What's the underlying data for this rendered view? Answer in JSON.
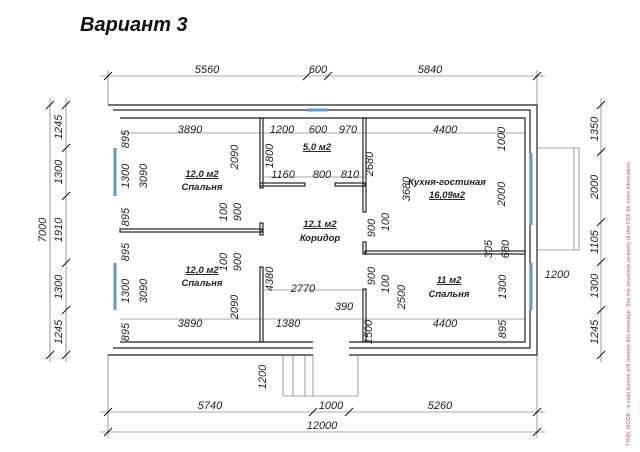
{
  "title": "Вариант 3",
  "rooms": [
    {
      "area": "12,0 м2",
      "name": "Спальня"
    },
    {
      "area": "5,0 м2",
      "name": ""
    },
    {
      "area": "16,09м2",
      "name": "Кухня-гостиная"
    },
    {
      "area": "12,1 м2",
      "name": "Коридор"
    },
    {
      "area": "12,0 м2",
      "name": "Спальня"
    },
    {
      "area": "11 м2",
      "name": "Спальня"
    }
  ],
  "dimensions": {
    "top": [
      "5560",
      "600",
      "5840"
    ],
    "bottom": [
      "5740",
      "1000",
      "5260"
    ],
    "overall_width": "12000",
    "overall_height": "7000",
    "left": [
      "1245",
      "1300",
      "1910",
      "1300",
      "1245"
    ],
    "right": [
      "1350",
      "2000",
      "1105",
      "1300",
      "1245"
    ],
    "interior": [
      "3890",
      "895",
      "1300",
      "895",
      "3090",
      "2090",
      "1200",
      "600",
      "970",
      "1800",
      "1160",
      "800",
      "810",
      "2680",
      "4400",
      "1000",
      "3680",
      "2000",
      "305",
      "680",
      "100",
      "900",
      "100",
      "900",
      "4380",
      "2770",
      "390",
      "1380",
      "1500",
      "900",
      "100",
      "900",
      "100",
      "895",
      "1300",
      "895",
      "3090",
      "2090",
      "3890",
      "2500",
      "4400",
      "1300",
      "895",
      "1200",
      "1200"
    ]
  },
  "watermark": "TRIAL MODE - a valid license will remove this message. See the keywords property of this PDF for more information.",
  "colors": {
    "window": "#5b9bd5",
    "wall": "#222222"
  }
}
